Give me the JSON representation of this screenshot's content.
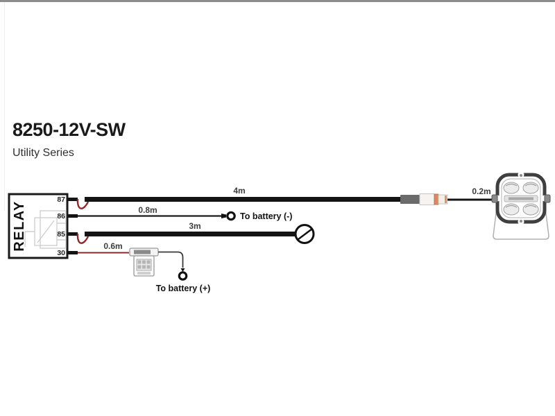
{
  "page": {
    "title": "8250-12V-SW",
    "subtitle": "Utility Series"
  },
  "diagram": {
    "relay": {
      "label": "RELAY",
      "pins": [
        {
          "label": "87"
        },
        {
          "label": "86"
        },
        {
          "label": "85"
        },
        {
          "label": "30"
        }
      ]
    },
    "wires": {
      "main": {
        "length_label": "4m"
      },
      "ground": {
        "length_label": "0.8m",
        "destination_label": "To battery (-)"
      },
      "switch": {
        "length_label": "3m"
      },
      "power": {
        "length_label": "0.6m"
      },
      "light_lead": {
        "length_label": "0.2m"
      },
      "fuse_output": {
        "destination_label": "To battery (+)"
      }
    },
    "components": {
      "relay": "relay-box",
      "fuse": "inline-fuse-holder",
      "negative_terminal": "ring-terminal",
      "positive_terminal": "ring-terminal",
      "switch": "toggle-switch",
      "connector": "2-pin-deutsch-connector",
      "light": "led-light-pod",
      "bracket": "mounting-bracket"
    },
    "colors": {
      "wire_black": "#141414",
      "wire_red": "#8a2a2a",
      "outline": "#1a1a1a",
      "component_gray": "#9a9a9a",
      "connector_orange": "#d98a62"
    }
  }
}
